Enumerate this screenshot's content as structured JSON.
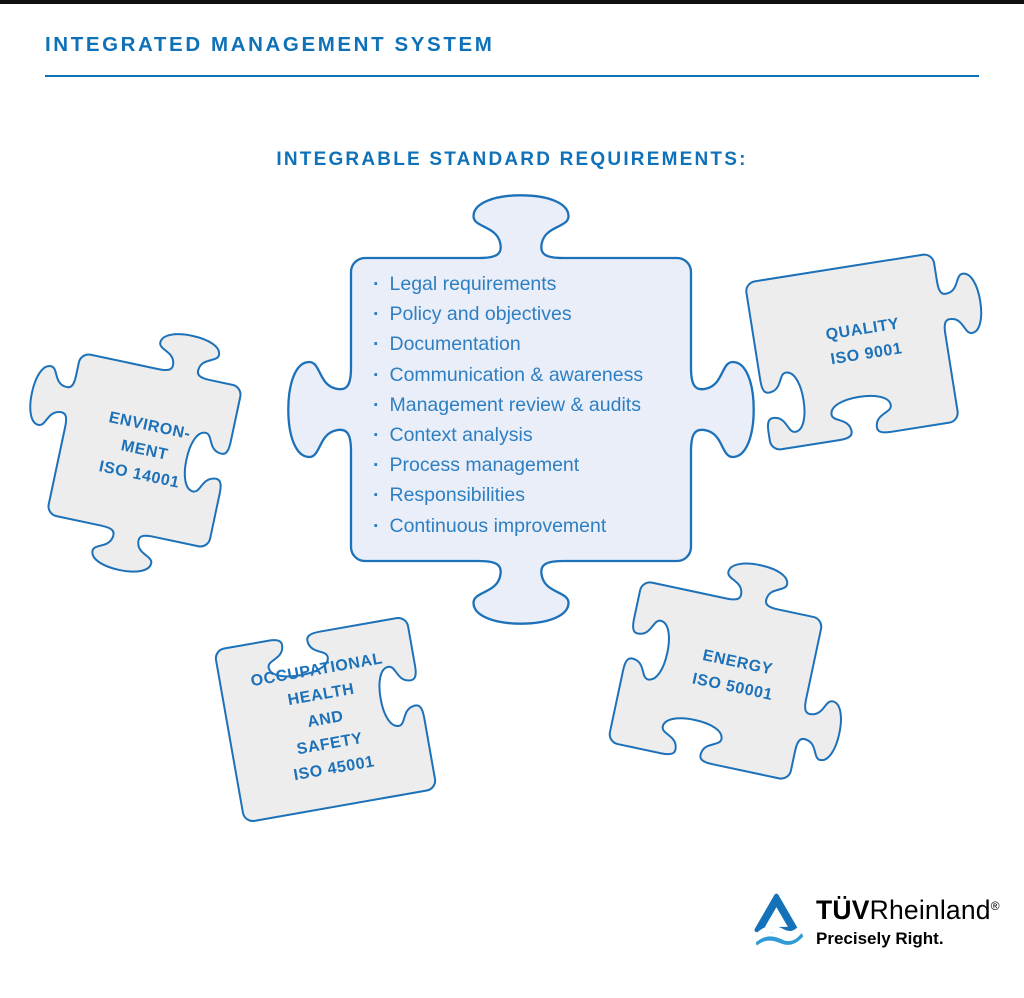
{
  "page": {
    "title": "INTEGRATED MANAGEMENT SYSTEM",
    "subtitle": "INTEGRABLE STANDARD REQUIREMENTS:",
    "bullet_char": "·"
  },
  "central_piece": {
    "requirements": [
      "Legal requirements",
      "Policy and objectives",
      "Documentation",
      "Communication & awareness",
      "Management review & audits",
      "Context analysis",
      "Process management",
      "Responsibilities",
      "Continuous improvement"
    ]
  },
  "pieces": {
    "environment": {
      "lines": [
        "ENVIRON-",
        "MENT",
        "ISO 14001"
      ]
    },
    "quality": {
      "lines": [
        "QUALITY",
        "ISO 9001"
      ]
    },
    "occupational": {
      "lines": [
        "OCCUPATIONAL",
        "HEALTH",
        "AND",
        "SAFETY",
        "ISO 45001"
      ]
    },
    "energy": {
      "lines": [
        "ENERGY",
        "ISO 50001"
      ]
    }
  },
  "footer": {
    "brand_bold": "TÜV",
    "brand_regular": "Rheinland",
    "registered_mark": "®",
    "tagline": "Precisely Right."
  },
  "colors": {
    "accent_blue": "#0f72b8",
    "border_blue": "#1d71b8",
    "central_fill": "#e9eef9",
    "piece_fill": "#ededed",
    "list_text": "#2e7fc2",
    "logo_blue": "#1571b8",
    "logo_light_blue": "#2f9bd6",
    "top_bar": "#111111"
  }
}
